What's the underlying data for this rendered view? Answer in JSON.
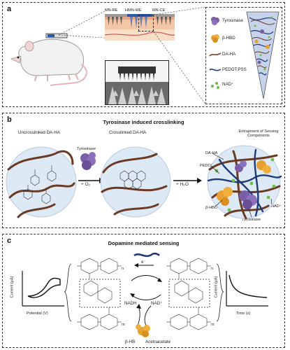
{
  "panel_a": {
    "label": "a",
    "electrode_labels": [
      "MN-RE",
      "HMN-WE",
      "MN-CE"
    ],
    "legend": [
      {
        "label": "Tyrosinase",
        "icon": "tyrosinase-icon",
        "color": "#7a5ea8"
      },
      {
        "label": "β-HBD",
        "icon": "hbd-icon",
        "color": "#e8a030"
      },
      {
        "label": "DA-HA",
        "icon": "da-ha-icon",
        "color": "#6b3a22"
      },
      {
        "label": "PEDOT:PSS",
        "icon": "pedot-icon",
        "color": "#1f3a7a"
      },
      {
        "label": "NAD⁺",
        "icon": "nad-icon",
        "color": "#6cc04a"
      }
    ]
  },
  "panel_b": {
    "label": "b",
    "title": "Tyrosinase induced crosslinking",
    "uncrosslinked": "Uncrosslinked DA-HA",
    "crosslinked": "Crosslinked DA-HA",
    "tyrosinase": "Tyrosinase",
    "reagent_o2": "+ O₂",
    "reagent_h2o": "+ H₂O",
    "entrapment": "Entrapment of Sensing Components",
    "da_ha": "DA-HA",
    "pedot": "PEDOT:PSS",
    "hbd": "β-HBD",
    "nad": "NAD⁺",
    "tyrosinase2": "Tyrosinase"
  },
  "panel_c": {
    "label": "c",
    "title": "Dopamine mediated sensing",
    "ylabel_left": "Current (μA)",
    "xlabel_left": "Potential (V)",
    "ylabel_right": "Current (μA)",
    "xlabel_right": "Time (s)",
    "electron": "e⁻",
    "nadh": "NADH",
    "nad": "NAD⁺",
    "bhb": "β-HB",
    "acetoacetate": "Acetoacetate",
    "subscript_n": "n",
    "subscript_m": "m"
  },
  "colors": {
    "polymer": "#6b3a22",
    "pedot": "#1f3a7a",
    "tyrosinase": "#7a5ea8",
    "hbd": "#e8a030",
    "nad": "#6cc04a",
    "gel": "#dde9f5"
  }
}
